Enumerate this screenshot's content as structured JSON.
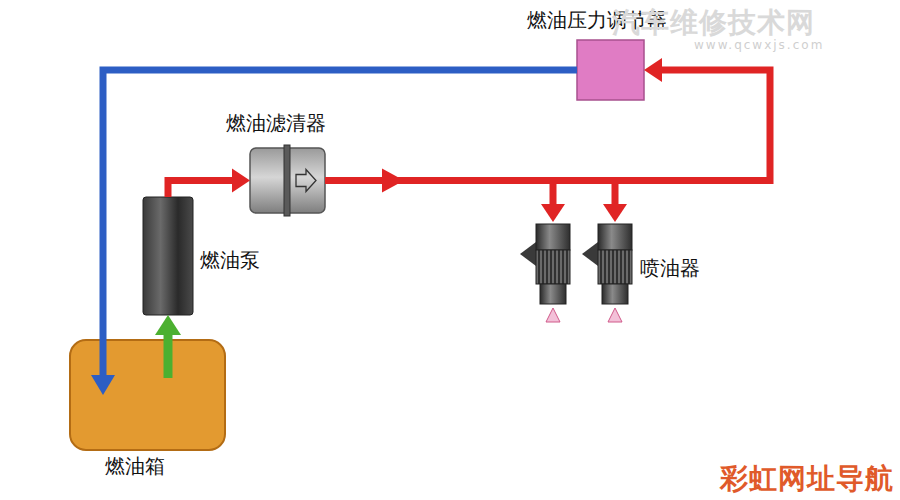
{
  "diagram": {
    "nodes": [
      {
        "text": [
          "燃油压力调节器"
        ]
      },
      {
        "text": [
          "燃油滤清器"
        ]
      },
      {
        "text": [
          "燃油泵"
        ]
      },
      {
        "text": [
          "喷油器"
        ]
      },
      {
        "text": [
          "燃油箱"
        ]
      }
    ],
    "edges": [
      {
        "from": 4,
        "to": 2,
        "arrow": "to"
      },
      {
        "from": 2,
        "to": 1,
        "arrow": "to"
      },
      {
        "from": 1,
        "to": 0,
        "arrow": "to"
      },
      {
        "from": 1,
        "to": 3,
        "arrow": "to"
      },
      {
        "from": 0,
        "to": 4,
        "arrow": "to"
      }
    ],
    "labels": [
      "汽车维修技术网",
      "www.qcwxjs.com",
      "彩虹网址导航"
    ]
  }
}
